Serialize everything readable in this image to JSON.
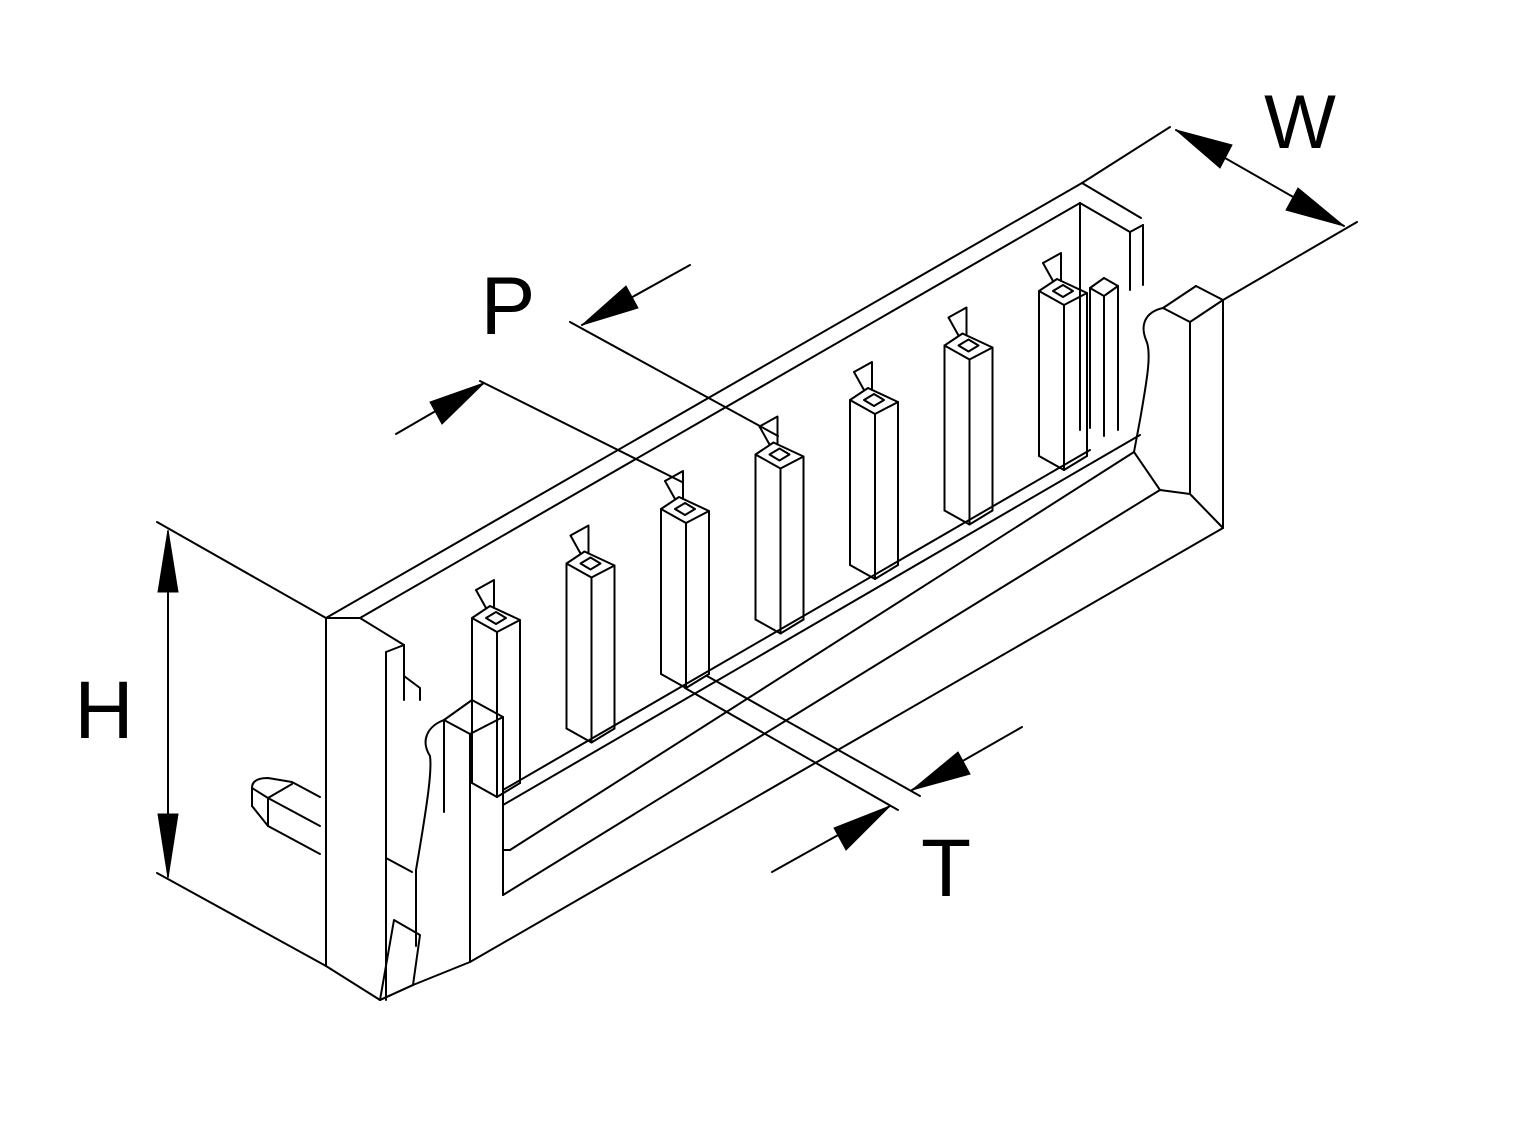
{
  "figure": {
    "description_visible": false,
    "pin_count": 7
  },
  "dimensions": {
    "height_label": "H",
    "width_label": "W",
    "pitch_label": "P",
    "thickness_label": "T"
  },
  "colors": {
    "stroke": "#000000",
    "background": "#ffffff"
  }
}
